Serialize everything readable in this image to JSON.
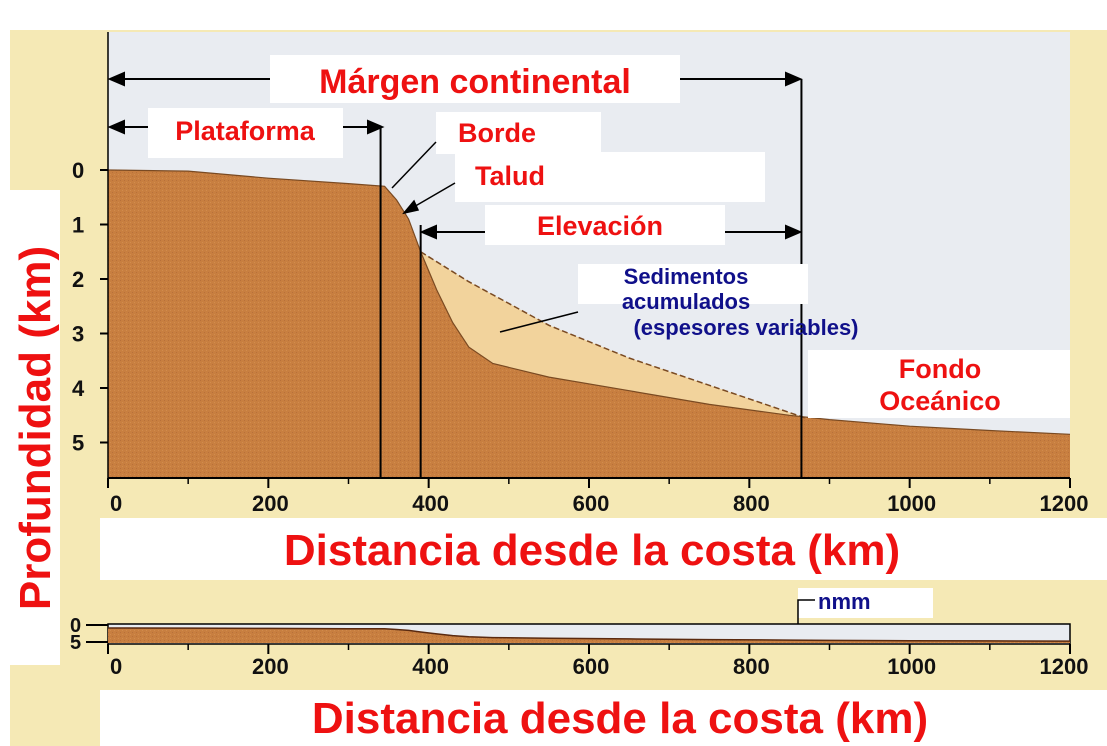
{
  "main_chart": {
    "labels": {
      "margin": "Márgen continental",
      "shelf": "Plataforma",
      "edge": "Borde",
      "slope": "Talud",
      "rise": "Elevación",
      "sediments": [
        "Sedimentos",
        "acumulados",
        "(espesores variables)"
      ],
      "ocean_floor": [
        "Fondo",
        "Oceánico"
      ]
    },
    "y_ticks": [
      "0",
      "1",
      "2",
      "3",
      "4",
      "5"
    ],
    "x_ticks": [
      "0",
      "200",
      "400",
      "600",
      "800",
      "1000",
      "1200"
    ],
    "x_title": "Distancia desde la costa (km)",
    "y_title": "Profundidad (km)",
    "x_range_km": [
      0,
      1200
    ],
    "depth_range_km": [
      0,
      5.5
    ],
    "boundaries_km": {
      "shelf_break": 340,
      "slope_base": 390,
      "margin_end": 865
    },
    "profile": {
      "sea_floor": [
        [
          0,
          0
        ],
        [
          100,
          0.02
        ],
        [
          200,
          0.15
        ],
        [
          300,
          0.25
        ],
        [
          345,
          0.3
        ],
        [
          360,
          0.55
        ],
        [
          375,
          0.9
        ],
        [
          390,
          1.5
        ],
        [
          410,
          2.2
        ],
        [
          430,
          2.8
        ],
        [
          450,
          3.25
        ],
        [
          480,
          3.55
        ],
        [
          550,
          3.8
        ],
        [
          650,
          4.05
        ],
        [
          750,
          4.3
        ],
        [
          850,
          4.5
        ],
        [
          900,
          4.58
        ],
        [
          1000,
          4.7
        ],
        [
          1100,
          4.78
        ],
        [
          1200,
          4.85
        ]
      ],
      "bedrock_under_sediments": [
        [
          390,
          1.5
        ],
        [
          410,
          2.2
        ],
        [
          430,
          2.8
        ],
        [
          450,
          3.25
        ],
        [
          480,
          3.55
        ],
        [
          550,
          3.8
        ],
        [
          650,
          4.05
        ],
        [
          750,
          4.3
        ],
        [
          850,
          4.5
        ]
      ],
      "sediment_surface": [
        [
          390,
          1.5
        ],
        [
          450,
          2.05
        ],
        [
          550,
          2.85
        ],
        [
          650,
          3.45
        ],
        [
          750,
          3.95
        ],
        [
          850,
          4.45
        ],
        [
          870,
          4.55
        ]
      ]
    },
    "colors": {
      "crust": "#c87f40",
      "sediment": "#f2d39c",
      "sky": "#e9ecf1",
      "text_red": "#ee1111",
      "text_blue": "#10108a",
      "frame_bg": "#f5e9b5"
    }
  },
  "overview_chart": {
    "y_ticks": [
      "0",
      "5"
    ],
    "x_ticks": [
      "0",
      "200",
      "400",
      "600",
      "800",
      "1000",
      "1200"
    ],
    "x_title": "Distancia desde la costa (km)",
    "sea_level_label": "nmm"
  }
}
